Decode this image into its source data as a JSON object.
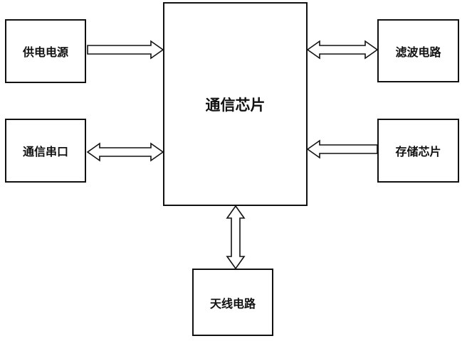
{
  "diagram": {
    "center_block": {
      "label": "通信芯片"
    },
    "blocks": {
      "power_supply": {
        "label": "供电电源"
      },
      "comm_serial_port": {
        "label": "通信串口"
      },
      "filter_circuit": {
        "label": "滤波电路"
      },
      "storage_chip": {
        "label": "存储芯片"
      },
      "antenna_circuit": {
        "label": "天线电路"
      }
    },
    "connections": [
      {
        "from": "供电电源",
        "to": "通信芯片",
        "direction": "one-way"
      },
      {
        "from": "通信串口",
        "to": "通信芯片",
        "direction": "two-way"
      },
      {
        "from": "滤波电路",
        "to": "通信芯片",
        "direction": "two-way"
      },
      {
        "from": "存储芯片",
        "to": "通信芯片",
        "direction": "one-way"
      },
      {
        "from": "天线电路",
        "to": "通信芯片",
        "direction": "two-way"
      }
    ]
  },
  "style": {
    "line_color": "#111111",
    "background": "#ffffff"
  }
}
